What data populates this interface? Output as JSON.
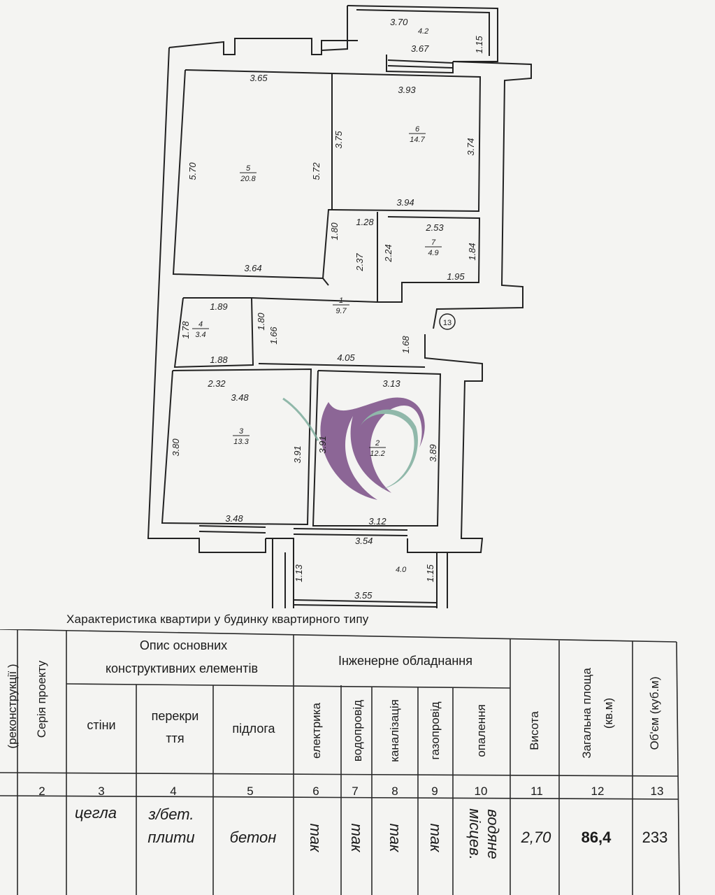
{
  "plan": {
    "rooms": [
      {
        "id": "room-5",
        "number": "5",
        "area": "20.8"
      },
      {
        "id": "room-6",
        "number": "6",
        "area": "14.7"
      },
      {
        "id": "room-7",
        "number": "7",
        "area": "4.9"
      },
      {
        "id": "room-1",
        "number": "1",
        "area": "9.7"
      },
      {
        "id": "room-4",
        "number": "4",
        "area": "3.4"
      },
      {
        "id": "room-3",
        "number": "3",
        "area": "13.3"
      },
      {
        "id": "room-2",
        "number": "2",
        "area": "12.2"
      }
    ],
    "balcony_top": {
      "number": "4.2",
      "dims": [
        "3.70",
        "3.67",
        "1.15"
      ]
    },
    "balcony_bottom": {
      "area": "4.0",
      "dims": [
        "3.54",
        "3.55",
        "1.13",
        "1.15"
      ]
    },
    "dims": [
      "3.65",
      "5.70",
      "5.72",
      "3.64",
      "3.93",
      "3.75",
      "3.74",
      "3.94",
      "1.80",
      "1.28",
      "2.53",
      "2.37",
      "2.24",
      "1.84",
      "1.95",
      "1.89",
      "1.80",
      "1.78",
      "1.66",
      "1.88",
      "4.05",
      "1.68",
      "2.32",
      "3.48",
      "3.80",
      "3.91",
      "3.48",
      "3.13",
      "3.91",
      "3.89",
      "3.12"
    ],
    "axis_marker": "13"
  },
  "table": {
    "title": "Характеристика квартири у будинку квартирного типу",
    "col_reconstruction": "(реконструкції )",
    "col_series": "Серія проекту",
    "group_construction": [
      "Опис основних",
      "конструктивних елементів"
    ],
    "col_walls": "стіни",
    "col_floors_top": [
      "перекри",
      "ття"
    ],
    "col_floor": "підлога",
    "group_engineering": "Інженерне обладнання",
    "col_electric": "електрика",
    "col_water": "водопровід",
    "col_sewer": "каналізація",
    "col_gas": "газопровід",
    "col_heating": "опалення",
    "col_height": "Висота",
    "col_area": [
      "Загальна площа",
      "(кв.м)"
    ],
    "col_volume": "Об'єм (куб.м)",
    "col_numbers": [
      "2",
      "3",
      "4",
      "5",
      "6",
      "7",
      "8",
      "9",
      "10",
      "11",
      "12",
      "13"
    ],
    "row": {
      "walls": "цегла",
      "floors_top": [
        "з/бет.",
        "плити"
      ],
      "floor": "бетон",
      "electric": "так",
      "water": "так",
      "sewer": "так",
      "gas": "так",
      "heating": [
        "місцев.",
        "водяне"
      ],
      "height": "2,70",
      "area": "86,4",
      "volume": "233"
    }
  },
  "colors": {
    "ink": "#1f1f1f",
    "watermark_purple": "#7a4e86",
    "watermark_green": "#7fae9e"
  }
}
